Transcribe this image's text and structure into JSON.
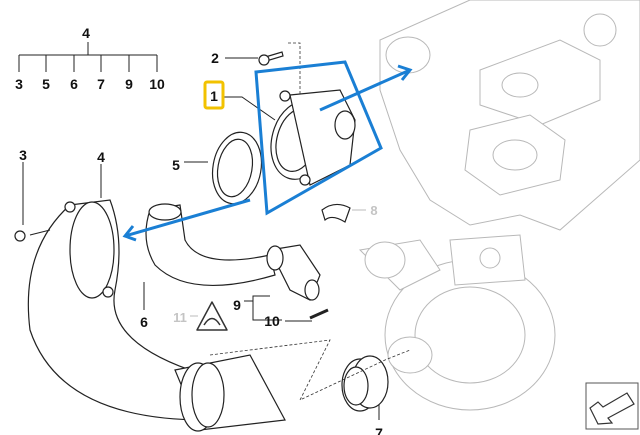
{
  "diagram": {
    "tree": {
      "root": "4",
      "children": [
        "3",
        "5",
        "6",
        "7",
        "9",
        "10"
      ]
    },
    "callouts": {
      "c1": "1",
      "c2": "2",
      "c3": "3",
      "c4": "4",
      "c5": "5",
      "c6": "6",
      "c7": "7",
      "c8": "8",
      "c9": "9",
      "c10": "10",
      "c11": "11"
    },
    "highlighted_part": "1",
    "colors": {
      "highlight_box": "#f2c200",
      "selection_outline": "#1a7fd4",
      "ghost_parts": "#b8b8b8"
    },
    "icons": [
      "warning-triangle-icon",
      "navigation-arrow-icon"
    ]
  }
}
